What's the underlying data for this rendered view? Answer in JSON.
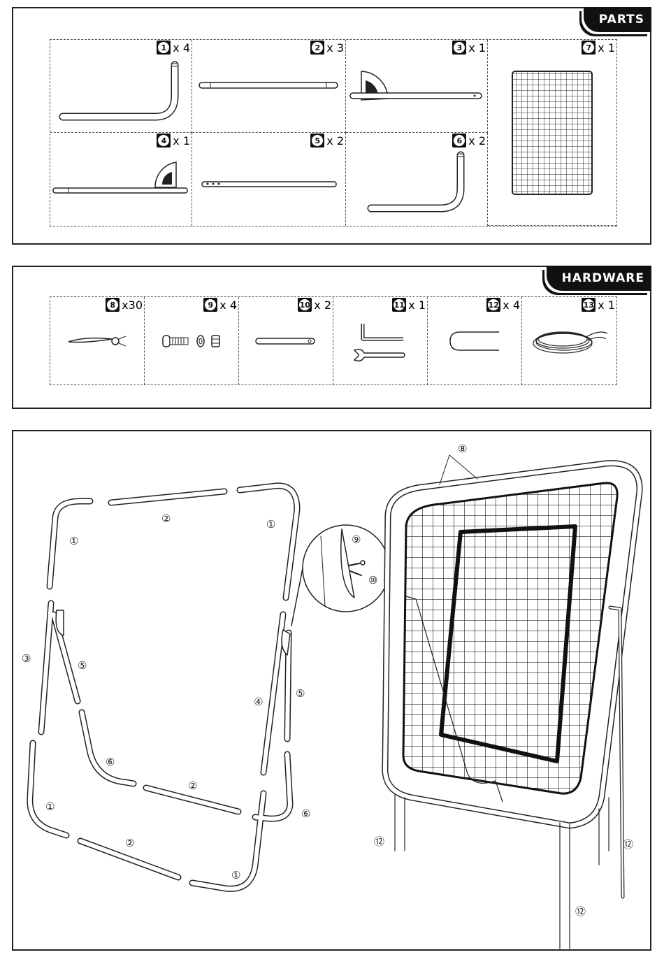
{
  "parts": {
    "title": "PARTS",
    "items": [
      {
        "num": "1",
        "qty": "x 4"
      },
      {
        "num": "2",
        "qty": "x 3"
      },
      {
        "num": "3",
        "qty": "x 1"
      },
      {
        "num": "7",
        "qty": "x 1"
      },
      {
        "num": "4",
        "qty": "x 1"
      },
      {
        "num": "5",
        "qty": "x 2"
      },
      {
        "num": "6",
        "qty": "x 2"
      }
    ]
  },
  "hardware": {
    "title": "HARDWARE",
    "items": [
      {
        "num": "8",
        "qty": "x30"
      },
      {
        "num": "9",
        "qty": "x 4"
      },
      {
        "num": "10",
        "qty": "x 2"
      },
      {
        "num": "11",
        "qty": "x 1"
      },
      {
        "num": "12",
        "qty": "x 4"
      },
      {
        "num": "13",
        "qty": "x 1"
      }
    ]
  },
  "assembly": {
    "callouts": {
      "c1a": "①",
      "c1b": "①",
      "c1c": "①",
      "c1d": "①",
      "c2a": "②",
      "c2b": "②",
      "c2c": "②",
      "c3": "③",
      "c4": "④",
      "c5a": "⑤",
      "c5b": "⑤",
      "c6a": "⑥",
      "c6b": "⑥",
      "c8": "⑧",
      "c9": "⑨",
      "c10": "⑩",
      "c12a": "⑫",
      "c12b": "⑫",
      "c12c": "⑫"
    }
  }
}
